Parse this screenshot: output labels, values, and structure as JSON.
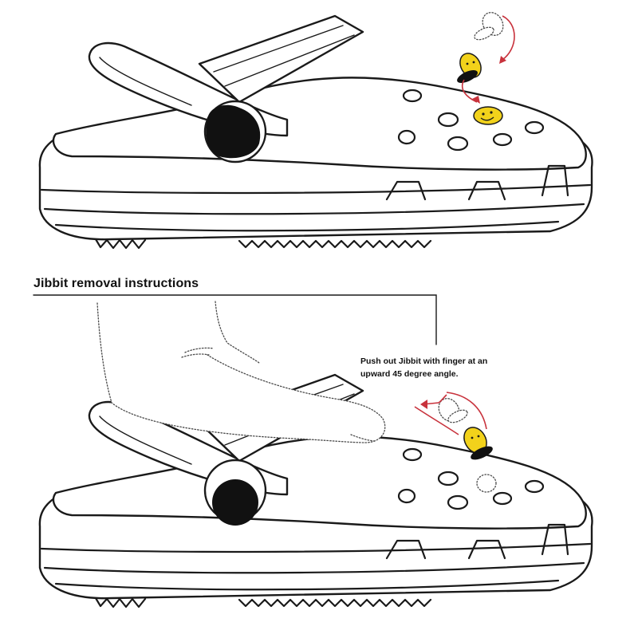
{
  "instructions": {
    "heading": "Jibbit removal instructions",
    "callout_line1": "Push out Jibbit with finger at an",
    "callout_line2": "upward 45 degree angle."
  },
  "colors": {
    "outline": "#1a1a1a",
    "charm_yellow": "#f2d21b",
    "arrow_red": "#c8323c",
    "rivet_black": "#111111"
  }
}
